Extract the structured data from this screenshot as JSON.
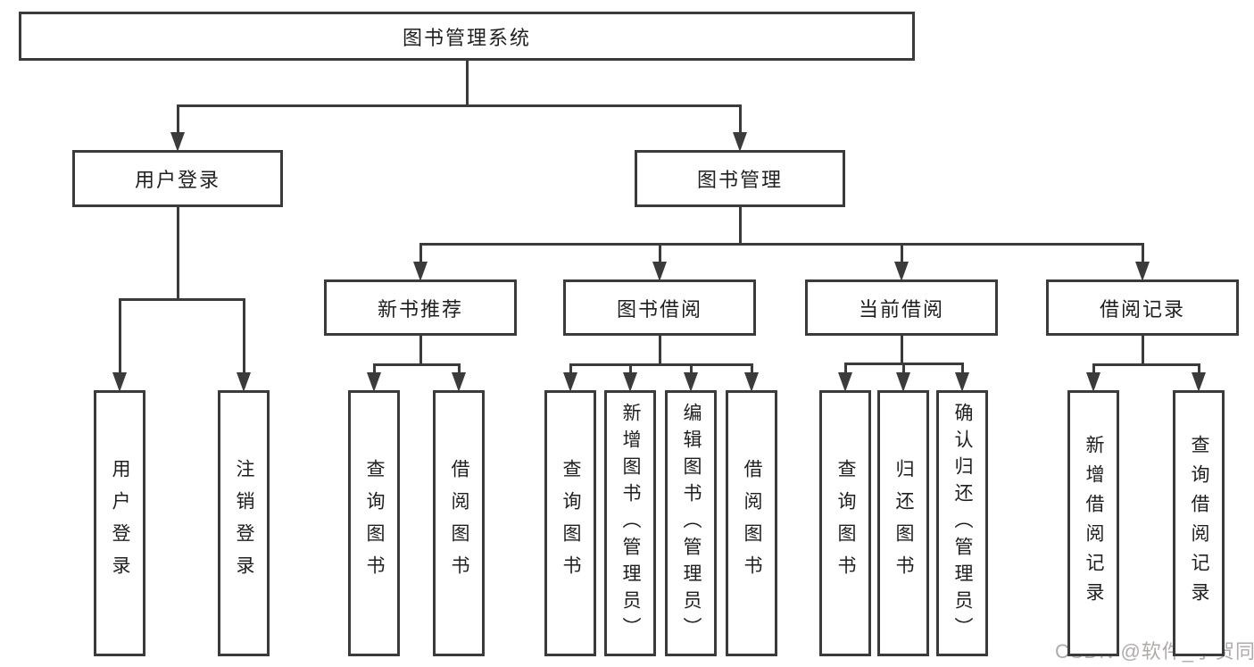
{
  "diagram": {
    "type": "hierarchy-tree",
    "title": "图书管理系统",
    "background_color": "#ffffff",
    "line_color": "#3b3b3b",
    "text_color": "#1f1f1f",
    "watermark": {
      "text": "CSDN @软件_小贺同学",
      "color": "#b0abab"
    },
    "nodes": [
      {
        "id": "root",
        "label": "图书管理系统",
        "parent": null
      },
      {
        "id": "user-login-branch",
        "label": "用户登录",
        "parent": "root"
      },
      {
        "id": "book-management",
        "label": "图书管理",
        "parent": "root"
      },
      {
        "id": "user-login",
        "label": "用户登录",
        "parent": "user-login-branch"
      },
      {
        "id": "logout-login",
        "label": "注销登录",
        "parent": "user-login-branch"
      },
      {
        "id": "new-book-recommend",
        "label": "新书推荐",
        "parent": "book-management"
      },
      {
        "id": "book-borrowing",
        "label": "图书借阅",
        "parent": "book-management"
      },
      {
        "id": "current-borrowing",
        "label": "当前借阅",
        "parent": "book-management"
      },
      {
        "id": "borrowing-records",
        "label": "借阅记录",
        "parent": "book-management"
      },
      {
        "id": "query-books-1",
        "label": "查询图书",
        "parent": "new-book-recommend"
      },
      {
        "id": "borrow-book-1",
        "label": "借阅图书",
        "parent": "new-book-recommend"
      },
      {
        "id": "query-books-2",
        "label": "查询图书",
        "parent": "book-borrowing"
      },
      {
        "id": "add-book-admin",
        "label": "新增图书（管理员）",
        "parent": "book-borrowing"
      },
      {
        "id": "edit-book-admin",
        "label": "编辑图书（管理员）",
        "parent": "book-borrowing"
      },
      {
        "id": "borrow-book-2",
        "label": "借阅图书",
        "parent": "book-borrowing"
      },
      {
        "id": "query-books-3",
        "label": "查询图书",
        "parent": "current-borrowing"
      },
      {
        "id": "return-book",
        "label": "归还图书",
        "parent": "current-borrowing"
      },
      {
        "id": "confirm-return-admin",
        "label": "确认归还（管理员）",
        "parent": "current-borrowing"
      },
      {
        "id": "add-borrow-record",
        "label": "新增借阅记录",
        "parent": "borrowing-records"
      },
      {
        "id": "query-borrow-record",
        "label": "查询借阅记录",
        "parent": "borrowing-records"
      }
    ]
  }
}
